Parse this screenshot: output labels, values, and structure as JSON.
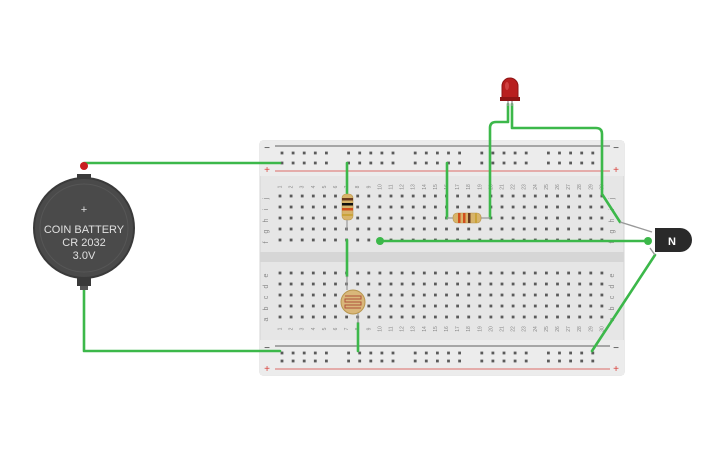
{
  "battery": {
    "brand": "COIN BATTERY",
    "model": "CR 2032",
    "voltage": "3.0V",
    "plus": "+"
  },
  "transistor": {
    "label": "N"
  },
  "breadboard": {
    "rows_top": [
      "j",
      "i",
      "h",
      "g",
      "f"
    ],
    "rows_bottom": [
      "e",
      "d",
      "c",
      "b",
      "a"
    ],
    "columns": [
      "1",
      "2",
      "3",
      "4",
      "5",
      "6",
      "7",
      "8",
      "9",
      "10",
      "11",
      "12",
      "13",
      "14",
      "15",
      "16",
      "17",
      "18",
      "19",
      "20",
      "21",
      "22",
      "23",
      "24",
      "25",
      "26",
      "27",
      "28",
      "29",
      "30"
    ],
    "rail_minus": "−",
    "rail_plus": "+"
  },
  "colors": {
    "wire": "#3cb84a",
    "board": "#e8e8e8",
    "rail_red": "#d9413b",
    "rail_dark": "#333333",
    "led": "#b81f1f",
    "battery": "#4a4a4a",
    "transistor": "#2a2a2a"
  }
}
